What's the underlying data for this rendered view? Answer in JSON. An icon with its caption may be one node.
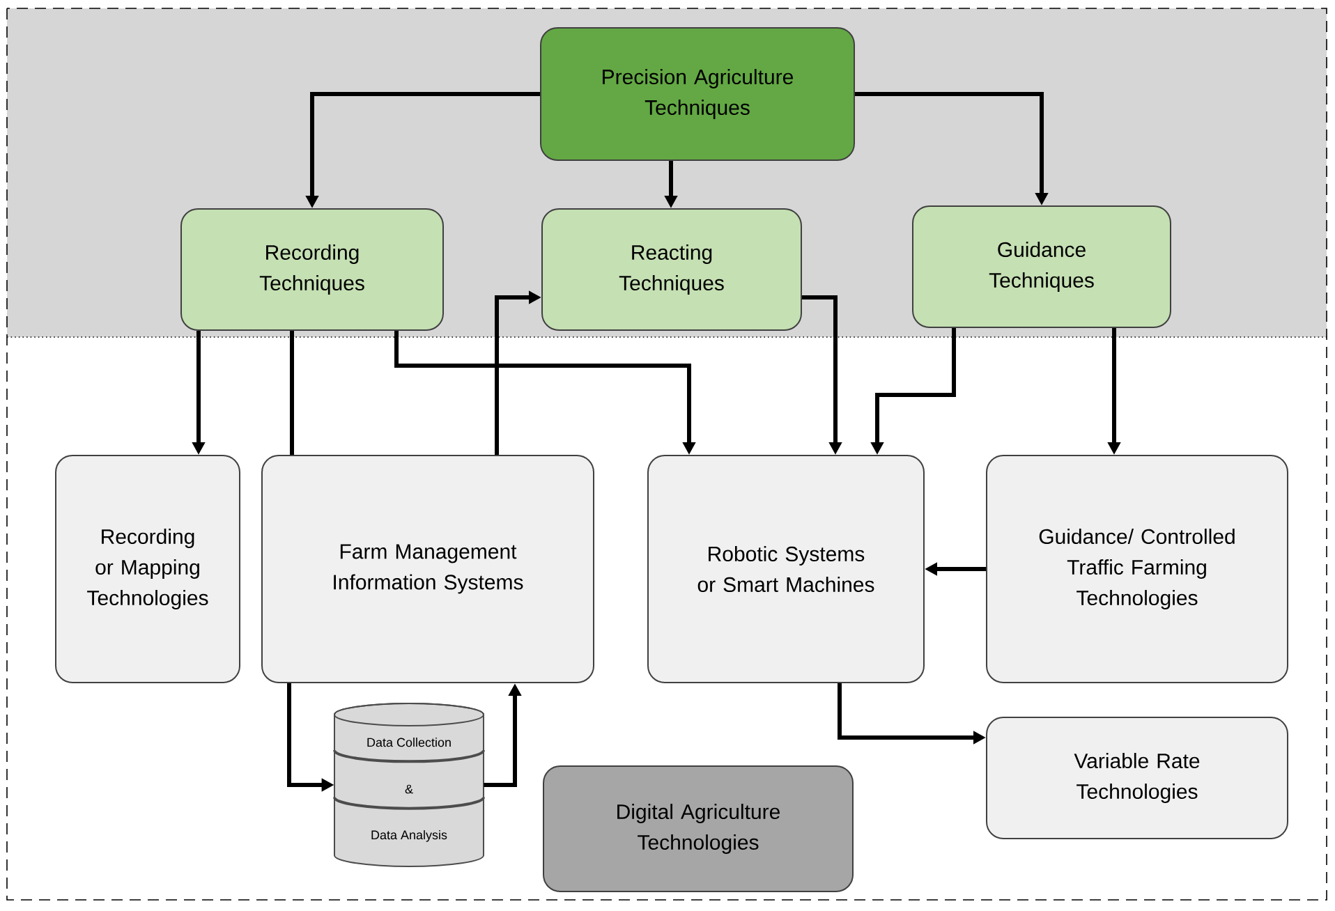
{
  "diagram": {
    "nodes": [
      {
        "text": [
          "Precision Agriculture Techniques"
        ]
      },
      {
        "text": [
          "Recording Techniques"
        ]
      },
      {
        "text": [
          "Reacting Techniques"
        ]
      },
      {
        "text": [
          "Guidance Techniques"
        ]
      },
      {
        "text": [
          "Recording or Mapping Technologies"
        ]
      },
      {
        "text": [
          "Farm Management Information Systems"
        ]
      },
      {
        "text": [
          "Robotic Systems or Smart Machines"
        ]
      },
      {
        "text": [
          "Guidance/ Controlled Traffic Farming Technologies"
        ]
      },
      {
        "text": [
          "Data Collection",
          "&",
          "Data Analysis"
        ]
      },
      {
        "text": [
          "Variable Rate Technologies"
        ]
      },
      {
        "text": [
          "Digital Agriculture Technologies"
        ]
      }
    ],
    "edges": [
      {
        "from": 0,
        "to": 1,
        "arrow": "to"
      },
      {
        "from": 0,
        "to": 2,
        "arrow": "to"
      },
      {
        "from": 0,
        "to": 3,
        "arrow": "to"
      },
      {
        "from": 1,
        "to": 4,
        "arrow": "to"
      },
      {
        "from": 1,
        "to": 5,
        "arrow": "none"
      },
      {
        "from": 1,
        "to": 6,
        "arrow": "to"
      },
      {
        "from": 5,
        "to": 2,
        "arrow": "to"
      },
      {
        "from": 2,
        "to": 6,
        "arrow": "to"
      },
      {
        "from": 3,
        "to": 6,
        "arrow": "to"
      },
      {
        "from": 3,
        "to": 7,
        "arrow": "to"
      },
      {
        "from": 7,
        "to": 6,
        "arrow": "to"
      },
      {
        "from": 6,
        "to": 9,
        "arrow": "to"
      },
      {
        "from": 5,
        "to": 8,
        "arrow": "to"
      },
      {
        "from": 8,
        "to": 5,
        "arrow": "to"
      }
    ]
  }
}
